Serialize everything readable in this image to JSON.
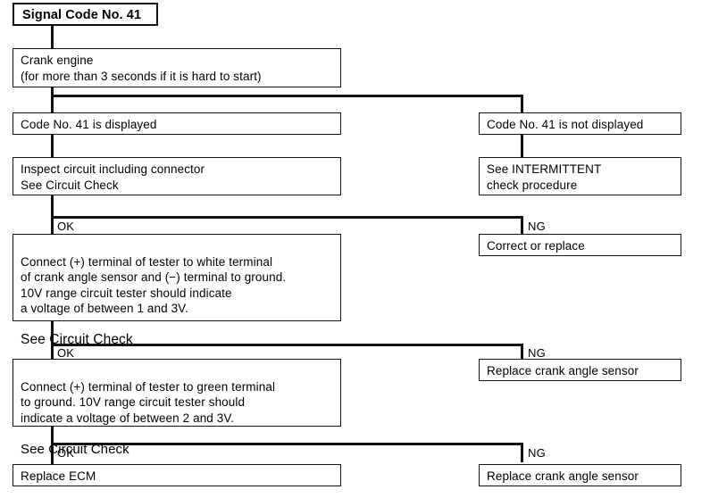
{
  "diagram": {
    "title": "Signal Code No. 41",
    "type": "troubleshooting-flowchart",
    "nodes": {
      "title_box": "Signal Code No. 41",
      "crank_engine": "Crank engine\n(for more than 3 seconds if it is hard to start)",
      "code_displayed": "Code No. 41 is displayed",
      "code_not_displayed": "Code No. 41 is not displayed",
      "inspect_circuit": "Inspect circuit including connector\n See Circuit Check",
      "see_intermittent": "See INTERMITTENT\ncheck procedure",
      "test_white_terminal": "Connect (+) terminal of tester to white terminal\nof crank angle sensor and (−) terminal to ground.\n10V range circuit tester should indicate\na voltage of between 1 and 3V.",
      "test_white_terminal_note": " See Circuit Check",
      "correct_or_replace": "Correct or replace",
      "test_green_terminal": "Connect (+) terminal of tester to green terminal\nto ground. 10V range circuit tester should\nindicate a voltage of between 2 and 3V.",
      "test_green_terminal_note": " See Circuit Check",
      "replace_sensor_1": "Replace crank angle sensor",
      "replace_ecm": "Replace ECM",
      "replace_sensor_2": "Replace crank angle sensor"
    },
    "branch_labels": {
      "ok_1": "OK",
      "ng_1": "NG",
      "ok_2": "OK",
      "ng_2": "NG",
      "ok_3": "OK",
      "ng_3": "NG"
    },
    "colors": {
      "line": "#111111",
      "background": "#ffffff",
      "text": "#000000"
    }
  }
}
